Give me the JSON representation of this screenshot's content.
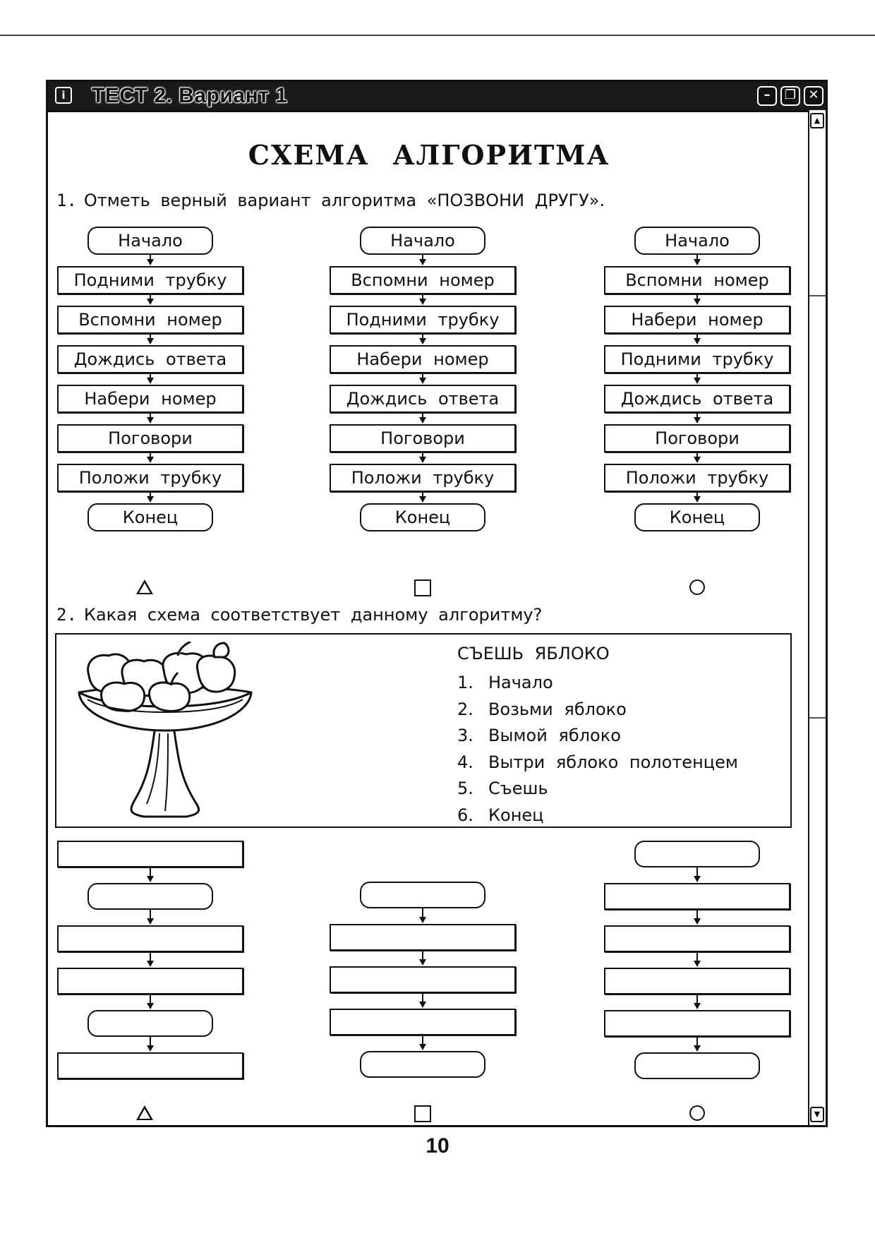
{
  "window": {
    "title": "ТЕСТ 2. Вариант 1",
    "icon_glyph": "i",
    "controls": [
      "minimize-icon",
      "restore-icon",
      "close-icon"
    ]
  },
  "heading": "СХЕМА АЛГОРИТМА",
  "question1": {
    "number": "1.",
    "text": "Отметь верный вариант алгоритма «ПОЗВОНИ ДРУГУ».",
    "options": [
      {
        "symbol": "triangle",
        "steps": [
          "Начало",
          "Подними трубку",
          "Вспомни номер",
          "Дождись ответа",
          "Набери номер",
          "Поговори",
          "Положи трубку",
          "Конец"
        ]
      },
      {
        "symbol": "square",
        "steps": [
          "Начало",
          "Вспомни номер",
          "Подними трубку",
          "Набери номер",
          "Дождись ответа",
          "Поговори",
          "Положи трубку",
          "Конец"
        ]
      },
      {
        "symbol": "circle",
        "steps": [
          "Начало",
          "Вспомни номер",
          "Набери номер",
          "Подними трубку",
          "Дождись ответа",
          "Поговори",
          "Положи трубку",
          "Конец"
        ]
      }
    ]
  },
  "question2": {
    "number": "2.",
    "text": "Какая схема соответствует данному алгоритму?",
    "algorithm": {
      "title": "СЪЕШЬ ЯБЛОКО",
      "steps": [
        {
          "n": "1.",
          "text": "Начало"
        },
        {
          "n": "2.",
          "text": "Возьми яблоко"
        },
        {
          "n": "3.",
          "text": "Вымой яблоко"
        },
        {
          "n": "4.",
          "text": "Вытри яблоко полотенцем"
        },
        {
          "n": "5.",
          "text": "Съешь"
        },
        {
          "n": "6.",
          "text": "Конец"
        }
      ]
    },
    "schemes": [
      {
        "symbol": "triangle",
        "shapes": [
          "rect",
          "term",
          "rect",
          "rect",
          "term",
          "rect"
        ]
      },
      {
        "symbol": "square",
        "shapes": [
          "term",
          "rect",
          "rect",
          "rect",
          "term"
        ]
      },
      {
        "symbol": "circle",
        "shapes": [
          "term",
          "rect",
          "rect",
          "rect",
          "rect",
          "term"
        ]
      }
    ]
  },
  "page_number": "10"
}
